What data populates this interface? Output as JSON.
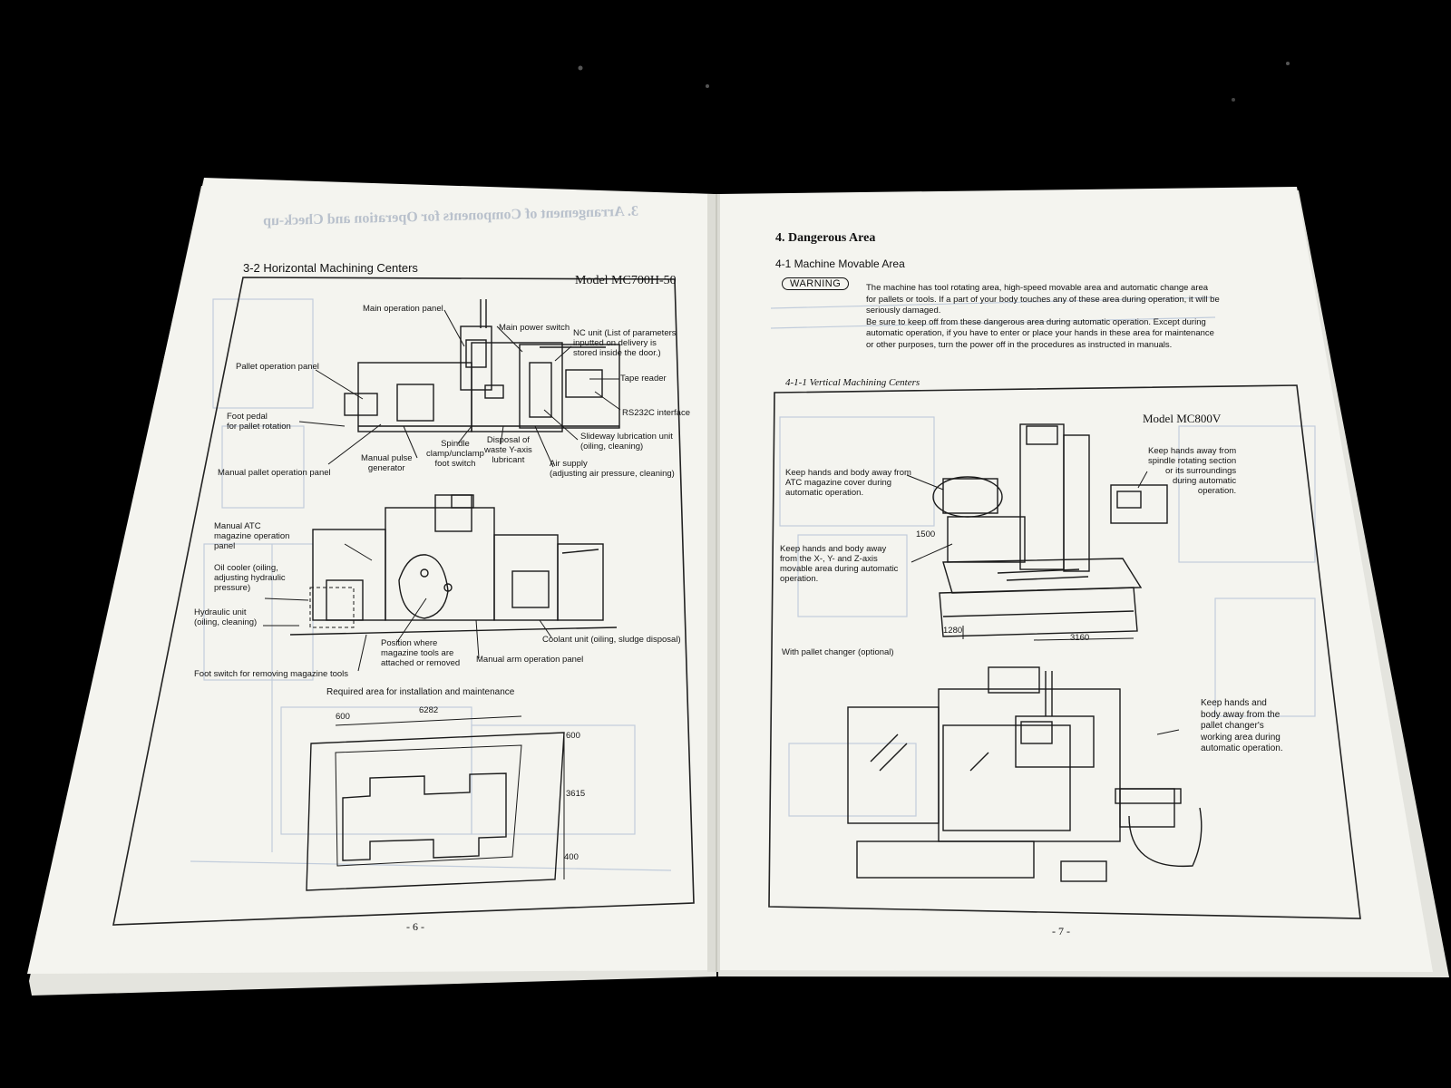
{
  "left_page": {
    "section_title": "3-2 Horizontal Machining Centers",
    "model_label": "Model MC700H-50",
    "top_view_labels": {
      "main_operation_panel": "Main operation panel",
      "main_power_switch": "Main power switch",
      "nc_unit": "NC unit (List of parameters\ninputted on delivery is\nstored inside the door.)",
      "pallet_operation_panel": "Pallet operation panel",
      "tape_reader": "Tape reader",
      "rs232c_interface": "RS232C interface",
      "foot_pedal": "Foot pedal\nfor pallet rotation",
      "spindle_clamp": "Spindle\nclamp/unclamp\nfoot switch",
      "disposal_lubricant": "Disposal of\nwaste Y-axis\nlubricant",
      "slideway_lubrication": "Slideway lubrication unit\n(oiling, cleaning)",
      "manual_pulse_generator": "Manual pulse\ngenerator",
      "air_supply": "Air supply\n(adjusting air pressure, cleaning)",
      "manual_pallet_operation_panel": "Manual pallet operation panel"
    },
    "side_view_labels": {
      "manual_atc_panel": "Manual ATC\nmagazine operation\npanel",
      "oil_cooler": "Oil cooler (oiling,\nadjusting hydraulic\npressure)",
      "hydraulic_unit": "Hydraulic unit\n(oiling, cleaning)",
      "position_magazine_tools": "Position where\nmagazine tools are\nattached or removed",
      "coolant_unit": "Coolant unit (oiling, sludge disposal)",
      "manual_arm_panel": "Manual arm operation panel",
      "foot_switch_magazine": "Foot switch for removing magazine tools"
    },
    "installation_area": {
      "caption": "Required area for installation and maintenance",
      "dim_600_left": "600",
      "dim_width": "6282",
      "dim_600_right": "600",
      "dim_depth": "3615",
      "dim_400": "400"
    },
    "page_number": "- 6 -",
    "ghost_heading": "3. Arrangement of Components for Operation and Check-up"
  },
  "right_page": {
    "chapter_title": "4. Dangerous Area",
    "section_title": "4-1 Machine Movable Area",
    "warning_badge": "WARNING",
    "warning_text": "The machine has tool rotating area, high-speed movable area and automatic change area for pallets or tools.  If a part of your body touches any of these area during operation, it will be seriously damaged.\nBe sure to keep off from these dangerous area during automatic operation.  Except during automatic operation, if you have to enter or place your hands in these area for maintenance or other purposes, turn the power off in the procedures as instructed in manuals.",
    "subsection_title": "4-1-1 Vertical Machining Centers",
    "model_label": "Model MC800V",
    "labels": {
      "atc_cover": "Keep hands and body away from\nATC magazine cover during\nautomatic operation.",
      "spindle_section": "Keep hands away from\nspindle rotating section\nor its surroundings\nduring automatic\noperation.",
      "xyz_area": "Keep hands and body away\nfrom the X-, Y- and Z-axis\nmovable area during automatic\noperation.",
      "pallet_changer_optional": "With pallet changer (optional)",
      "pallet_changer_area": "Keep hands and\nbody away from the\npallet changer's\nworking area during\nautomatic operation."
    },
    "dims": {
      "d1500": "1500",
      "d1280": "1280",
      "d3160": "3160"
    },
    "page_number": "- 7 -"
  }
}
